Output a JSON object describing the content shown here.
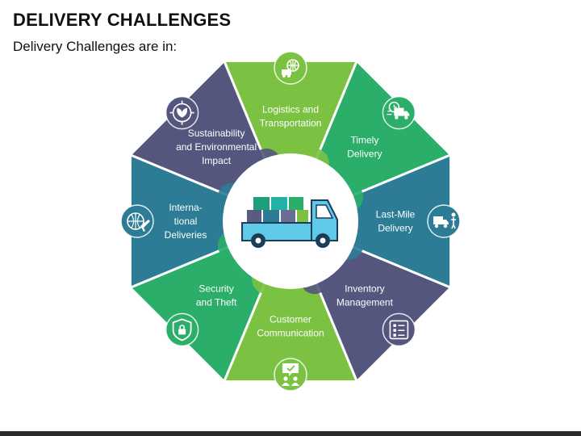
{
  "title": "DELIVERY CHALLENGES",
  "subtitle": "Delivery Challenges are in:",
  "colors": {
    "green": "#7CC242",
    "teal": "#2AAE6A",
    "blue": "#2C7C96",
    "purple": "#55567E"
  },
  "segments": [
    {
      "lines": [
        "Logistics and",
        "Transportation"
      ],
      "color": "#7CC242",
      "icon": "delivery-van-globe-icon"
    },
    {
      "lines": [
        "Timely",
        "Delivery"
      ],
      "color": "#2AAE6A",
      "icon": "fast-delivery-truck-clock-icon"
    },
    {
      "lines": [
        "Last-Mile",
        "Delivery"
      ],
      "color": "#2C7C96",
      "icon": "truck-to-person-icon"
    },
    {
      "lines": [
        "Inventory",
        "Management"
      ],
      "color": "#55567E",
      "icon": "inventory-checklist-icon"
    },
    {
      "lines": [
        "Customer",
        "Communication"
      ],
      "color": "#7CC242",
      "icon": "customer-chat-icon"
    },
    {
      "lines": [
        "Security",
        "and Theft"
      ],
      "color": "#2AAE6A",
      "icon": "security-shield-icon"
    },
    {
      "lines": [
        "Interna-",
        "tional",
        "Deliveries"
      ],
      "color": "#2C7C96",
      "icon": "globe-airplane-icon"
    },
    {
      "lines": [
        "Sustainability",
        "and Environmental",
        "Impact"
      ],
      "color": "#55567E",
      "icon": "eco-leaf-icon"
    }
  ],
  "center_icon": "delivery-truck-boxes-icon"
}
